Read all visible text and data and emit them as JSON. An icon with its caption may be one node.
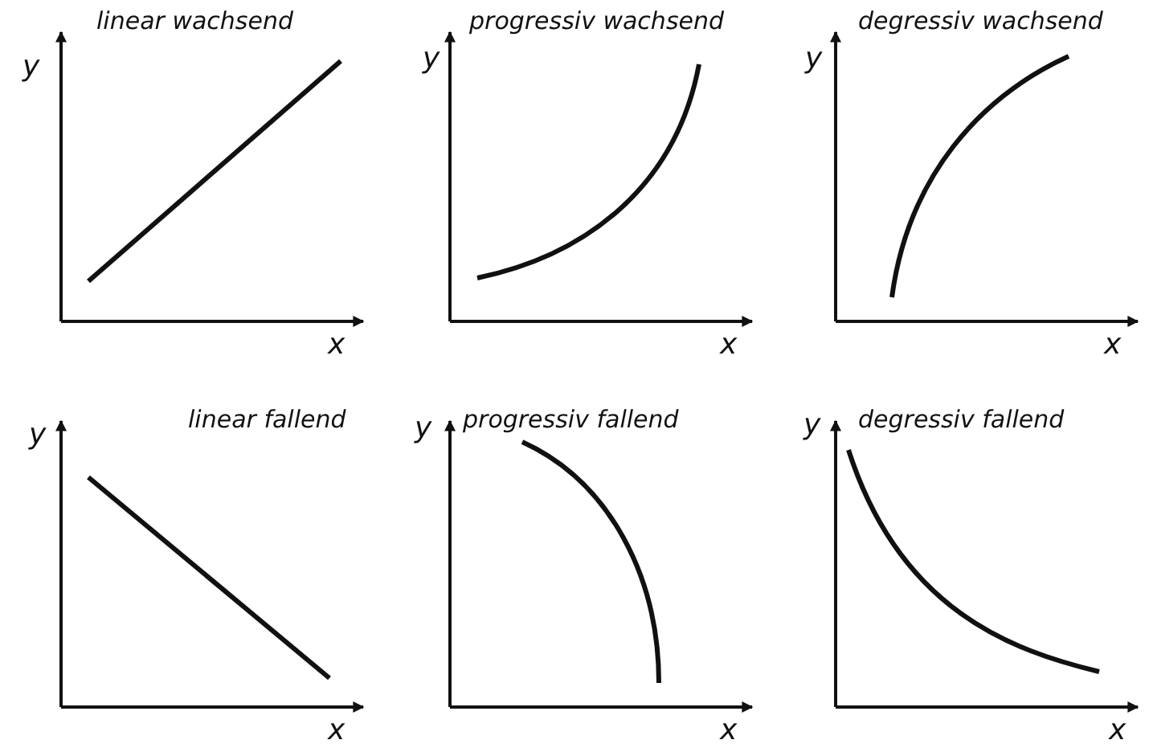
{
  "diagram": {
    "labels": [
      "linear wachsend",
      "y",
      "x",
      "progressiv wachsend",
      "y",
      "x",
      "degressiv wachsend",
      "y",
      "x",
      "linear fallend",
      "y",
      "x",
      "progressiv fallend",
      "y",
      "x",
      "degressiv fallend",
      "y",
      "x"
    ]
  }
}
